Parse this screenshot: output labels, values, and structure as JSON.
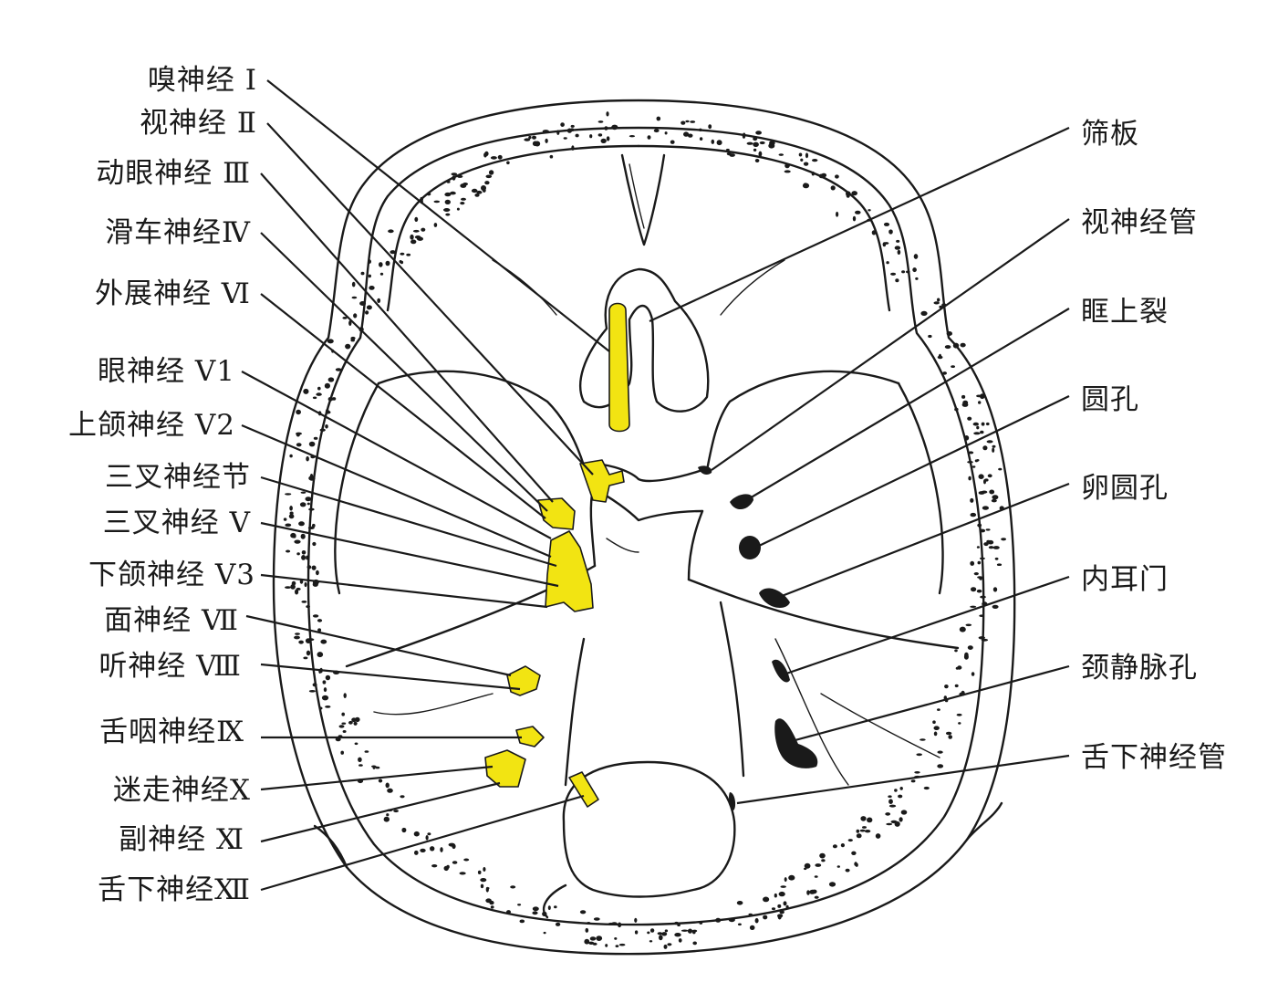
{
  "labels_left": [
    "嗅神经 Ⅰ",
    "视神经 Ⅱ",
    "动眼神经 Ⅲ",
    "滑车神经Ⅳ",
    "外展神经 Ⅵ",
    "眼神经 Ⅴ1",
    "上颌神经 Ⅴ2",
    "三叉神经节",
    "三叉神经 Ⅴ",
    "下颌神经 Ⅴ3",
    "面神经 Ⅶ",
    "听神经 Ⅷ",
    "舌咽神经Ⅸ",
    "迷走神经Ⅹ",
    "副神经 Ⅺ",
    "舌下神经Ⅻ"
  ],
  "labels_right": [
    "筛板",
    "视神经管",
    "眶上裂",
    "圆孔",
    "卵圆孔",
    "内耳门",
    "颈静脉孔",
    "舌下神经管"
  ],
  "colors": {
    "nerve": "#f2e412",
    "ink": "#1a1a1a"
  }
}
